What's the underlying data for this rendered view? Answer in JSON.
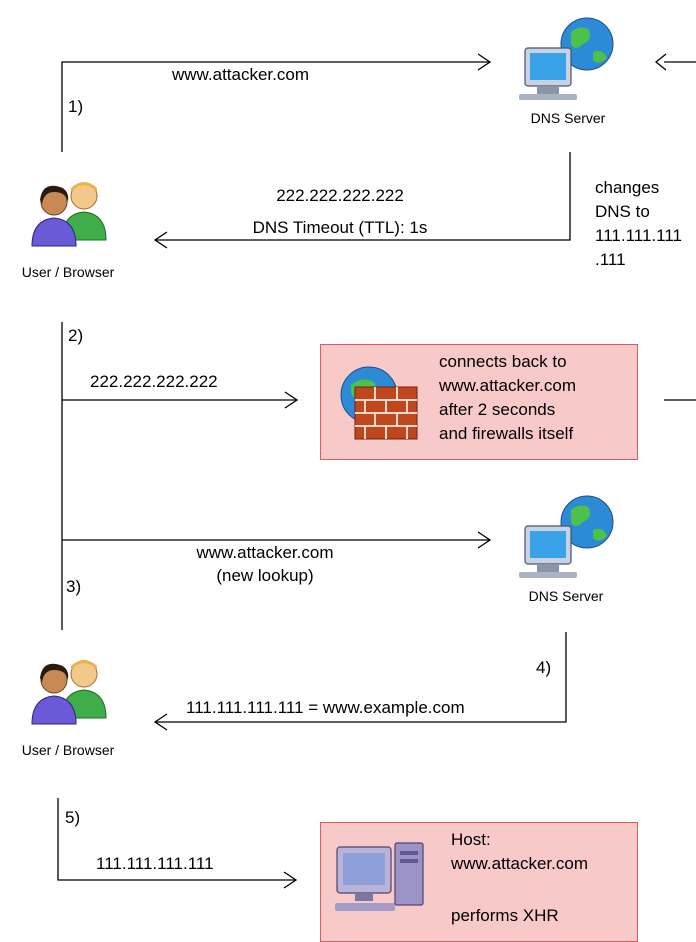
{
  "step_labels": {
    "s1": "1)",
    "s2": "2)",
    "s3": "3)",
    "s4": "4)",
    "s5": "5)"
  },
  "actors": {
    "user_browser": "User / Browser",
    "dns_server": "DNS Server"
  },
  "messages": {
    "m1": "www.attacker.com",
    "m2_line1": "222.222.222.222",
    "m2_line2": "DNS Timeout (TTL): 1s",
    "m3": "222.222.222.222",
    "m4_line1": "www.attacker.com",
    "m4_line2": "(new lookup)",
    "m5": "111.111.111.111 = www.example.com",
    "m6": "111.111.111.111"
  },
  "attacker_note": {
    "line1": "changes",
    "line2": "DNS  to",
    "line3": "111.111.111",
    "line4": ".111"
  },
  "firewall_box": {
    "line1": "connects back to",
    "line2": "www.attacker.com",
    "line3": "after 2 seconds",
    "line4": "and firewalls itself"
  },
  "host_box": {
    "line1": "Host:",
    "line2": "www.attacker.com",
    "line3": "performs XHR"
  },
  "colors": {
    "box_fill": "#f7c9c9",
    "box_border": "#e05a5a",
    "line": "#000000"
  },
  "icons": [
    "users-icon",
    "dns-server-icon",
    "firewall-icon",
    "host-computer-icon"
  ]
}
